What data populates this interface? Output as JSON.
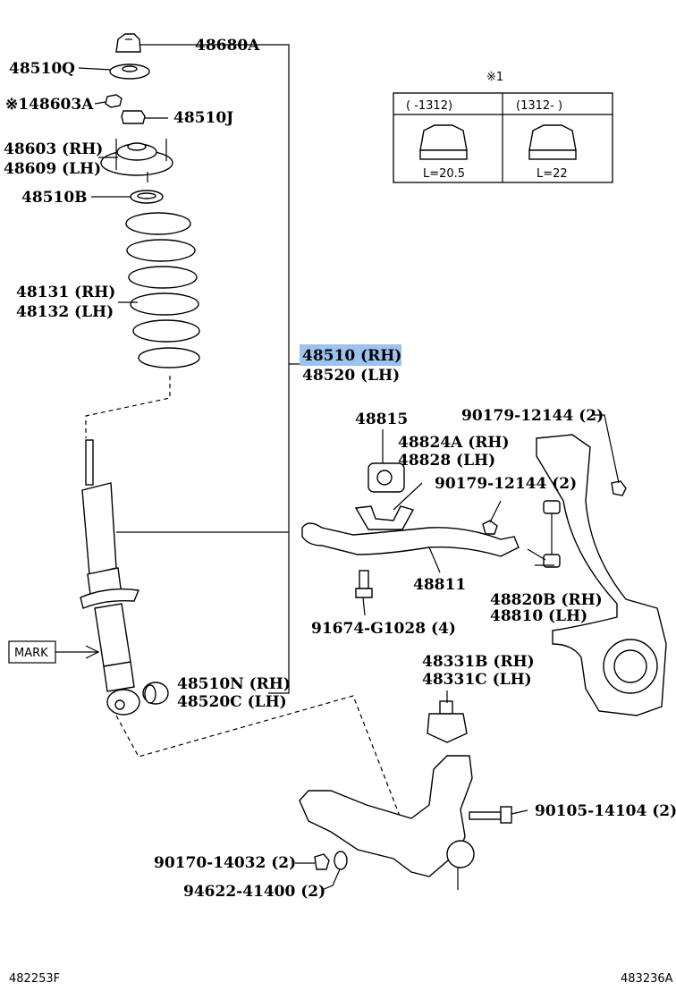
{
  "labels": {
    "p48680A": "48680A",
    "p48510Q": "48510Q",
    "p48603A": "※148603A",
    "p48510J": "48510J",
    "p48603": "48603 (RH)",
    "p48609": "48609 (LH)",
    "p48510B": "48510B",
    "p48131": "48131 (RH)",
    "p48132": "48132 (LH)",
    "p48510": "48510 (RH)",
    "p48520": "48520 (LH)",
    "p48815": "48815",
    "p48824A": "48824A (RH)",
    "p48828": "48828 (LH)",
    "p90179a": "90179-12144 (2)",
    "p90179b": "90179-12144 (2)",
    "p48811": "48811",
    "p91674": "91674-G1028 (4)",
    "p48820B": "48820B (RH)",
    "p48810": "48810 (LH)",
    "p48510N": "48510N (RH)",
    "p48520C": "48520C (LH)",
    "p48331B": "48331B (RH)",
    "p48331C": "48331C (LH)",
    "p90105": "90105-14104 (2)",
    "p90170": "90170-14032 (2)",
    "p94622": "94622-41400 (2)",
    "mark": "MARK"
  },
  "inset": {
    "title": "※1",
    "col1_header": "(    -1312)",
    "col2_header": "(1312-      )",
    "col1_length": "L=20.5",
    "col2_length": "L=22"
  },
  "footer": {
    "left_code": "482253F",
    "right_code": "483236A"
  },
  "highlight_color": "#9cc3f0"
}
